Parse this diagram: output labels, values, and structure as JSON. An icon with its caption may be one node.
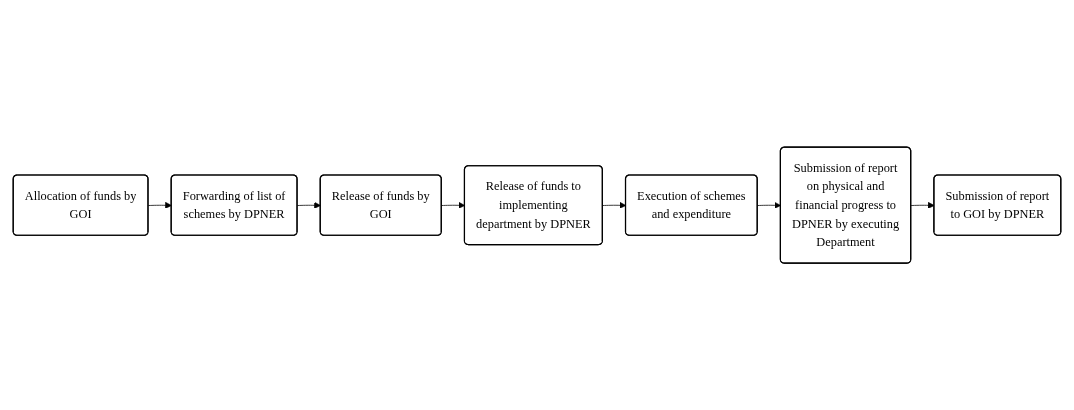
{
  "diagram": {
    "nodes": [
      {
        "text": [
          "Allocation of funds by GOI"
        ]
      },
      {
        "text": [
          "Forwarding of list of schemes by DPNER"
        ]
      },
      {
        "text": [
          "Release of funds by GOI"
        ]
      },
      {
        "text": [
          "Release of funds to implementing department by DPNER"
        ]
      },
      {
        "text": [
          "Execution of schemes and expenditure"
        ]
      },
      {
        "text": [
          "Submission of report on physical and financial progress to DPNER by executing Department"
        ]
      },
      {
        "text": [
          "Submission of report to GOI by DPNER"
        ]
      }
    ],
    "edges": [
      {
        "from": 0,
        "to": 1,
        "arrow": "to"
      },
      {
        "from": 1,
        "to": 2,
        "arrow": "to"
      },
      {
        "from": 2,
        "to": 3,
        "arrow": "to"
      },
      {
        "from": 3,
        "to": 4,
        "arrow": "to"
      },
      {
        "from": 4,
        "to": 5,
        "arrow": "to"
      },
      {
        "from": 5,
        "to": 6,
        "arrow": "to"
      }
    ]
  }
}
